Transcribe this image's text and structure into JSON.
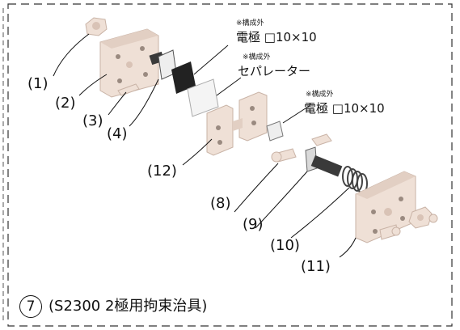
{
  "figure_number": "7",
  "caption": "(S2300 2極用拘束治具)",
  "notes": [
    {
      "small": "※構成外",
      "big": "電極 □10×10"
    },
    {
      "small": "※構成外",
      "big": "セパレーター"
    },
    {
      "small": "※構成外",
      "big": "電極 □10×10"
    }
  ],
  "part_labels": {
    "p1": "(1)",
    "p2": "(2)",
    "p3": "(3)",
    "p4": "(4)",
    "p12": "(12)",
    "p8": "(8)",
    "p9": "(9)",
    "p10": "(10)",
    "p11": "(11)"
  },
  "colors": {
    "part_fill": "#efe0d6",
    "part_shade": "#d9c3b6",
    "metal_dark": "#3a3a3a",
    "electrode": "#222222",
    "separator": "#f4f4f4"
  }
}
